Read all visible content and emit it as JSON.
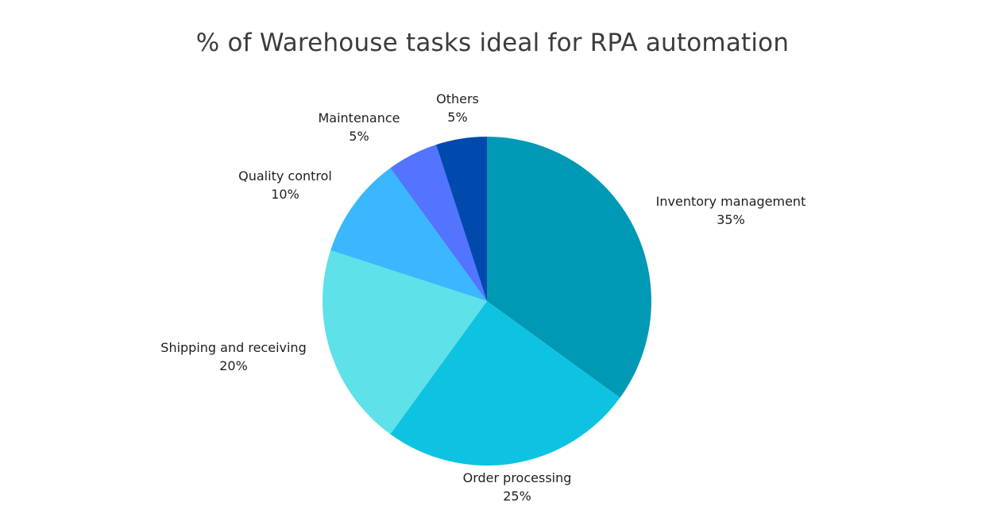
{
  "chart_data": {
    "type": "pie",
    "title": "% of Warehouse tasks ideal for RPA automation",
    "slices": [
      {
        "label": "Inventory management",
        "value": 35,
        "value_label": "35%",
        "color": "#0099b5"
      },
      {
        "label": "Order processing",
        "value": 25,
        "value_label": "25%",
        "color": "#0ec3e1"
      },
      {
        "label": "Shipping and receiving",
        "value": 20,
        "value_label": "20%",
        "color": "#5ee1e8"
      },
      {
        "label": "Quality control",
        "value": 10,
        "value_label": "10%",
        "color": "#3bb7ff"
      },
      {
        "label": "Maintenance",
        "value": 5,
        "value_label": "5%",
        "color": "#5274ff"
      },
      {
        "label": "Others",
        "value": 5,
        "value_label": "5%",
        "color": "#004aad"
      }
    ],
    "start_angle": "top",
    "direction": "clockwise",
    "legend": "none"
  }
}
